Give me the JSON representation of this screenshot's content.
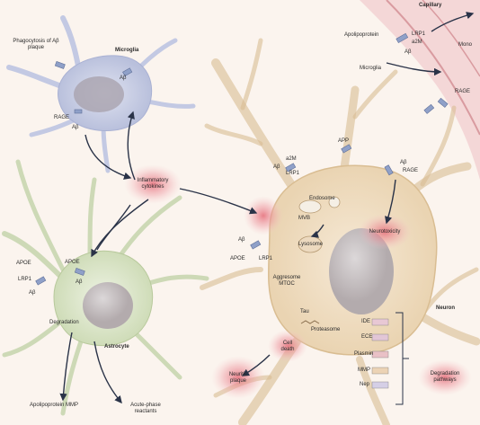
{
  "labels": {
    "capillary": "Capillary",
    "microglia_top": "Microglia",
    "phagocytosis": "Phagocytosis of Aβ plaque",
    "microglia_cell": "Microglia",
    "ab_mg": "Aβ",
    "ab_mg2": "Aβ",
    "rage_mg": "RAGE",
    "inflammatory": "Inflammatory cytokines",
    "apolipoprotein_top": "Apolipoprotein",
    "lrp1_top": "LRP1",
    "a2m_top": "a2M",
    "ab_top": "Aβ",
    "mono": "Mono",
    "rage_right": "RAGE",
    "app": "APP",
    "a2m_n": "a2M",
    "ab_n": "Aβ",
    "lrp1_n": "LRP1",
    "endosome": "Endosome",
    "mvb": "MVB",
    "lysosome": "Lysosome",
    "ab_rage": "Aβ",
    "rage_n": "RAGE",
    "neurotoxicity": "Neurotoxicity",
    "ab_apoe": "Aβ",
    "apoe_n": "APOE",
    "lrp1_n2": "LRP1",
    "aggresome": "Aggresome MTOC",
    "tau": "Tau",
    "proteasome": "Proteasome",
    "neuron": "Neuron",
    "cell_death": "Cell death",
    "neuritic": "Neuritic plaque",
    "apoe_l": "APOE",
    "lrp1_l": "LRP1",
    "ab_l": "Aβ",
    "apoe_a": "APOE",
    "ab_a": "Aβ",
    "degradation": "Degradation",
    "astrocyte": "Astrocyte",
    "apo_mmp": "Apolipoprotein MMP",
    "acute_phase": "Acute-phase reactants",
    "ide": "IDE",
    "ece": "ECE",
    "plasmin": "Plasmin",
    "mmp": "MMP",
    "nep": "Nep",
    "degradation_pathways": "Degradation pathways"
  },
  "colors": {
    "background": "#fbf4ee",
    "neuron_fill": "#f1dfc2",
    "neuron_stroke": "#d9bd92",
    "microglia_fill": "#cdd3e8",
    "astrocyte_fill": "#dfe8cf",
    "nucleus": "#c9c3c4",
    "glow": "#e56b78",
    "capillary": "#e6b2b5",
    "arrow": "#2a3348"
  }
}
